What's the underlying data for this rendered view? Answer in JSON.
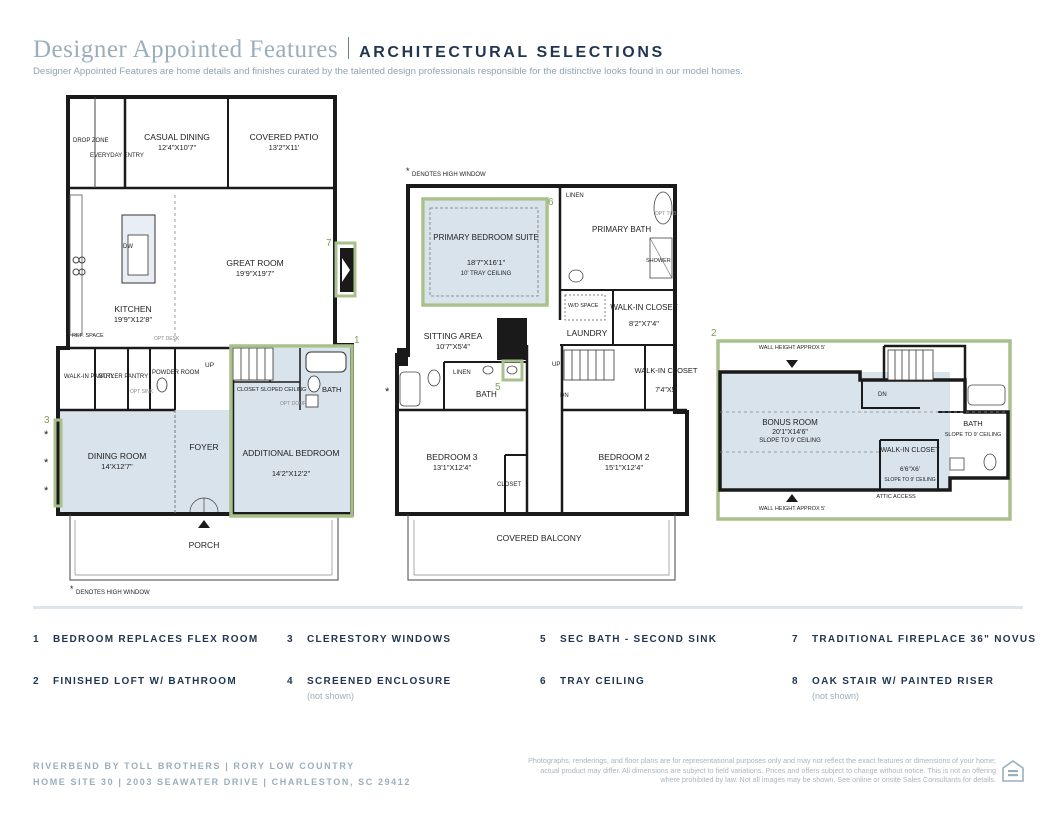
{
  "header": {
    "title": "Designer Appointed Features",
    "subtitle_label": "ARCHITECTURAL SELECTIONS",
    "description": "Designer Appointed Features are home details and finishes curated by the talented design professionals responsible for the distinctive looks found in our model homes."
  },
  "plan1": {
    "drop_zone": "DROP ZONE",
    "everyday_entry": "EVERYDAY ENTRY",
    "casual_dining": "CASUAL DINING",
    "casual_dining_dim": "12'4\"X10'7\"",
    "covered_patio": "COVERED PATIO",
    "covered_patio_dim": "13'2\"X11'",
    "great_room": "GREAT ROOM",
    "great_room_dim": "19'9\"X19'7\"",
    "kitchen": "KITCHEN",
    "kitchen_dim": "19'9\"X12'8\"",
    "dw": "DW",
    "ref_space": "REF. SPACE",
    "opt_desk": "OPT DESK",
    "walk_in_pantry": "WALK-IN PANTRY",
    "butler_pantry": "BUTLER PANTRY",
    "opt_sink": "OPT SINK",
    "powder_room": "POWDER ROOM",
    "up": "UP",
    "closet_sloped": "CLOSET SLOPED CEILING",
    "opt_door": "OPT DOOR",
    "bath": "BATH",
    "dining_room": "DINING ROOM",
    "dining_room_dim": "14'X12'7\"",
    "foyer": "FOYER",
    "additional_bedroom": "ADDITIONAL BEDROOM",
    "additional_bedroom_dim": "14'2\"X12'2\"",
    "porch": "PORCH",
    "high_window_note": "DENOTES HIGH WINDOW"
  },
  "plan2": {
    "high_window_note": "DENOTES HIGH WINDOW",
    "linen": "LINEN",
    "opt_tub": "OPT TUB",
    "primary_bedroom": "PRIMARY BEDROOM SUITE",
    "primary_bedroom_dim": "18'7\"X16'1\"",
    "tray_ceiling": "10' TRAY CEILING",
    "primary_bath": "PRIMARY BATH",
    "shower": "SHOWER",
    "wd_space": "W/D SPACE",
    "walk_in_closet": "WALK-IN CLOSET",
    "walk_in_closet_dim": "8'2\"X7'4\"",
    "laundry": "LAUNDRY",
    "sitting_area": "SITTING AREA",
    "sitting_area_dim": "10'7\"X5'4\"",
    "linen2": "LINEN",
    "bath": "BATH",
    "up": "UP",
    "dn": "DN",
    "walk_in_closet2": "WALK-IN CLOSET",
    "walk_in_closet2_dim": "7'4\"X5'",
    "bedroom3": "BEDROOM 3",
    "bedroom3_dim": "13'1\"X12'4\"",
    "closet": "CLOSET",
    "bedroom2": "BEDROOM 2",
    "bedroom2_dim": "15'1\"X12'4\"",
    "covered_balcony": "COVERED BALCONY"
  },
  "plan3": {
    "wall_height_top": "WALL HEIGHT APPROX 5'",
    "bonus_room": "BONUS ROOM",
    "bonus_room_dim": "20'1\"X14'6\"",
    "bonus_room_note": "SLOPE TO 9' CEILING",
    "dn": "DN",
    "bath": "BATH",
    "bath_note": "SLOPE TO 9' CEILING",
    "walk_in_closet": "WALK-IN CLOSET",
    "walk_in_closet_dim": "6'6\"X6'",
    "walk_in_closet_note": "SLOPE TO 9' CEILING",
    "attic_access": "ATTIC ACCESS",
    "wall_height_bottom": "WALL HEIGHT APPROX 5'"
  },
  "markers": {
    "m1": "1",
    "m2": "2",
    "m3": "3",
    "m5": "5",
    "m6": "6",
    "m7": "7"
  },
  "legend": [
    {
      "num": "1",
      "label": "BEDROOM REPLACES FLEX ROOM"
    },
    {
      "num": "2",
      "label": "FINISHED LOFT W/ BATHROOM"
    },
    {
      "num": "3",
      "label": "CLERESTORY WINDOWS"
    },
    {
      "num": "4",
      "label": "SCREENED ENCLOSURE",
      "note": "(not shown)"
    },
    {
      "num": "5",
      "label": "SEC BATH - SECOND SINK"
    },
    {
      "num": "6",
      "label": "TRAY CEILING"
    },
    {
      "num": "7",
      "label": "TRADITIONAL FIREPLACE 36\" NOVUS"
    },
    {
      "num": "8",
      "label": "OAK STAIR W/ PAINTED RISER",
      "note": "(not shown)"
    }
  ],
  "footer": {
    "line1": "RIVERBEND BY TOLL BROTHERS  |  RORY LOW COUNTRY",
    "line2": "HOME SITE 30  |  2003 SEAWATER DRIVE  |  CHARLESTON, SC 29412",
    "disclaimer": "Photographs, renderings, and floor plans are for representational purposes only and may not reflect the exact features or dimensions of your home; actual product may differ. All dimensions are subject to field variations. Prices and offers subject to change without notice. This is not an offering where prohibited by law. Not all images may be shown. See online or onsite Sales Consultants for details."
  },
  "colors": {
    "highlight_green": "#a9c08c",
    "room_fill": "#d8e3ec",
    "wall": "#1a1a1a",
    "title": "#9aaebd",
    "accent_text": "#1f3550"
  },
  "icons": {
    "equal_housing": "equal-housing-icon"
  }
}
